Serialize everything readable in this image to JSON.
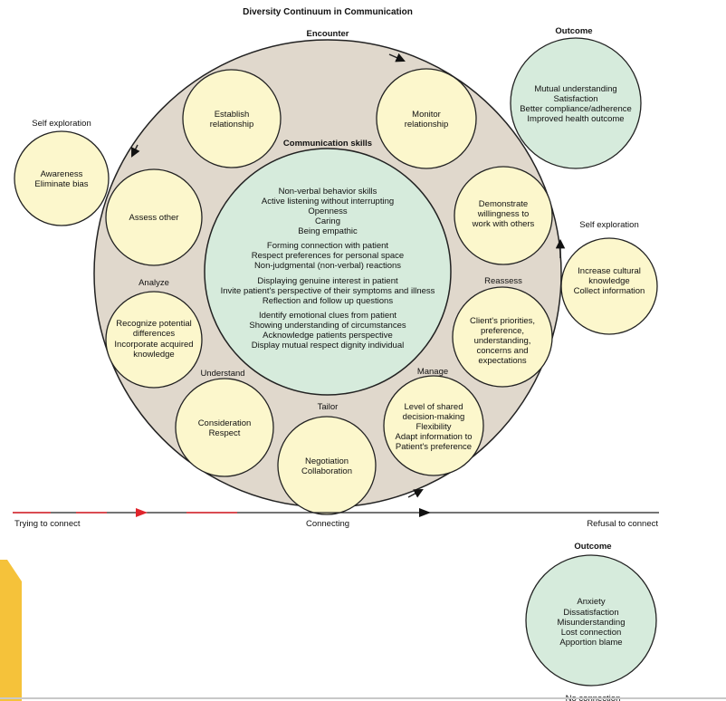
{
  "title": "Diversity Continuum in Communication",
  "encounter_label": "Encounter",
  "communication_skills": {
    "heading": "Communication skills",
    "lines": [
      "Non-verbal behavior skills",
      "Active listening without interrupting",
      "Openness",
      "Caring",
      "Being empathic",
      "Forming connection with patient",
      "Respect preferences for personal space",
      "Non-judgmental (non-verbal) reactions",
      "Displaying genuine interest in patient",
      "Invite patient's perspective of their symptoms and illness",
      "Reflection and follow up questions",
      "Identify emotional clues from patient",
      "Showing understanding of circumstances",
      "Acknowledge patients perspective",
      "Display mutual respect dignity individual"
    ]
  },
  "ring_circles": {
    "establish": [
      "Establish",
      "relationship"
    ],
    "monitor": [
      "Monitor",
      "relationship"
    ],
    "assess": [
      "Assess other"
    ],
    "demonstrate": [
      "Demonstrate",
      "willingness to",
      "work with others"
    ],
    "recognize": [
      "Recognize potential",
      "differences",
      "Incorporate acquired",
      "knowledge"
    ],
    "clients": [
      "Client's priorities,",
      "preference,",
      "understanding,",
      "concerns and",
      "expectations"
    ],
    "consideration": [
      "Consideration",
      "Respect"
    ],
    "negotiation": [
      "Negotiation",
      "Collaboration"
    ],
    "level": [
      "Level of shared",
      "decision-making",
      "Flexibility",
      "Adapt information to",
      "Patient's preference"
    ]
  },
  "ring_labels": {
    "analyze": "Analyze",
    "understand": "Understand",
    "tailor": "Tailor",
    "manage": "Manage",
    "reassess": "Reassess"
  },
  "left_self_exploration": {
    "label": "Self exploration",
    "lines": [
      "Awareness",
      "Eliminate bias"
    ]
  },
  "right_self_exploration": {
    "label": "Self exploration",
    "lines": [
      "Increase cultural",
      "knowledge",
      "Collect information"
    ]
  },
  "top_outcome": {
    "label": "Outcome",
    "lines": [
      "Mutual understanding",
      "Satisfaction",
      "Better compliance/adherence",
      "Improved health outcome"
    ]
  },
  "bottom_outcome": {
    "label": "Outcome",
    "lines": [
      "Anxiety",
      "Dissatisfaction",
      "Misunderstanding",
      "Lost connection",
      "Apportion blame"
    ],
    "caption": "No connection"
  },
  "axis_labels": {
    "left": "Trying to connect",
    "middle": "Connecting",
    "right": "Refusal to connect"
  },
  "colors": {
    "ring_fill": "#e0d8cc",
    "yellow_fill": "#fcf7cc",
    "green_fill": "#d6ebdc",
    "stroke": "#222222",
    "red": "#e0242b",
    "accent_yellow": "#f5c23a"
  }
}
